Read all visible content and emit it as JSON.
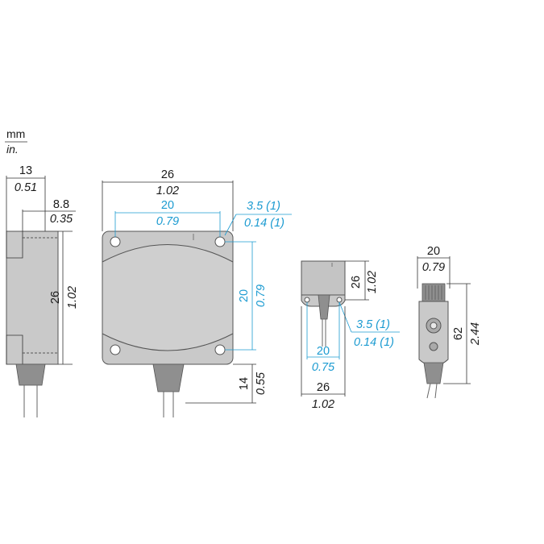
{
  "units": {
    "primary": "mm",
    "secondary": "in."
  },
  "colors": {
    "line": "#333333",
    "accent": "#1c9bd1",
    "body": "#c9c9c9"
  },
  "side_view": {
    "width_mm": "13",
    "width_in": "0.51",
    "depth_mm": "8.8",
    "depth_in": "0.35",
    "height_mm": "26",
    "height_in": "1.02"
  },
  "front_view": {
    "width_mm": "26",
    "width_in": "1.02",
    "hole_spacing_mm": "20",
    "hole_spacing_in": "0.79",
    "hole_dia_mm": "3.5 (1)",
    "hole_dia_in": "0.14 (1)",
    "vert_spacing_mm": "20",
    "vert_spacing_in": "0.79",
    "cable_exit_mm": "14",
    "cable_exit_in": "0.55"
  },
  "top_view": {
    "height_mm": "26",
    "height_in": "1.02",
    "hole_dia_mm": "3.5 (1)",
    "hole_dia_in": "0.14 (1)",
    "hole_spacing_mm": "20",
    "hole_spacing_in": "0.75",
    "width_mm": "26",
    "width_in": "1.02"
  },
  "connector_view": {
    "width_mm": "20",
    "width_in": "0.79",
    "length_mm": "62",
    "length_in": "2.44"
  }
}
